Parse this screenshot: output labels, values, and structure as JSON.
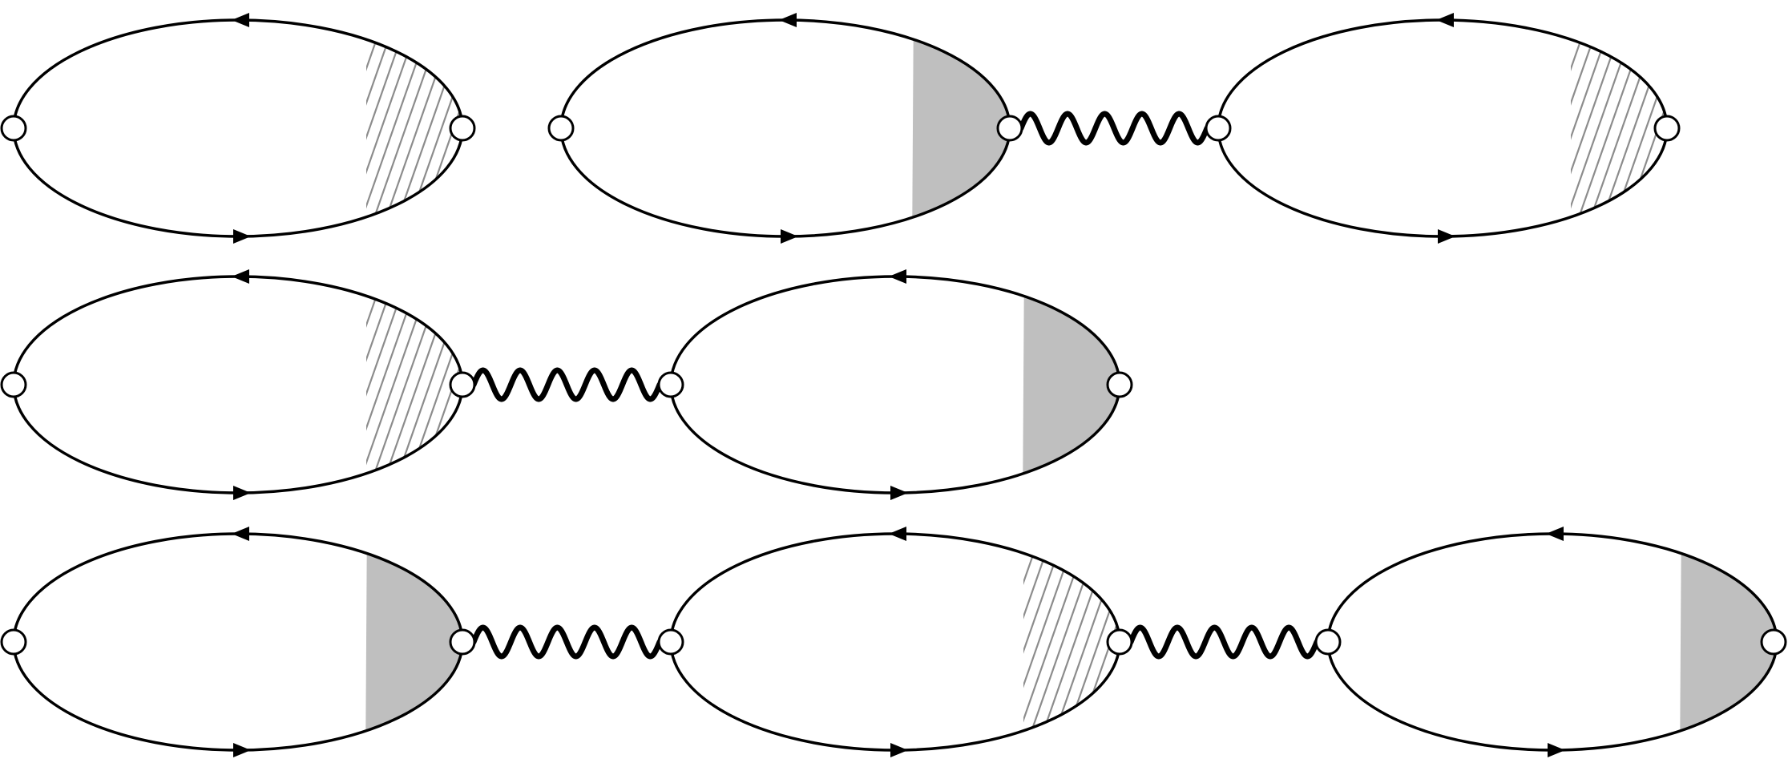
{
  "diagram": {
    "rows": [
      {
        "loops": [
          {
            "region": "hatched"
          },
          {
            "region": "shaded"
          },
          {
            "region": "hatched"
          }
        ],
        "propagators": [
          {
            "connects": [
              1,
              2
            ]
          }
        ]
      },
      {
        "loops": [
          {
            "region": "hatched"
          },
          {
            "region": "shaded"
          }
        ],
        "propagators": [
          {
            "connects": [
              0,
              1
            ]
          }
        ]
      },
      {
        "loops": [
          {
            "region": "shaded"
          },
          {
            "region": "hatched"
          },
          {
            "region": "shaded"
          }
        ],
        "propagators": [
          {
            "connects": [
              0,
              1
            ]
          },
          {
            "connects": [
              1,
              2
            ]
          }
        ]
      }
    ],
    "colors": {
      "line": "#000000",
      "shaded_fill": "#bfbfbf",
      "hatch_stroke": "#8c8c8c",
      "vertex_fill": "#ffffff"
    }
  }
}
